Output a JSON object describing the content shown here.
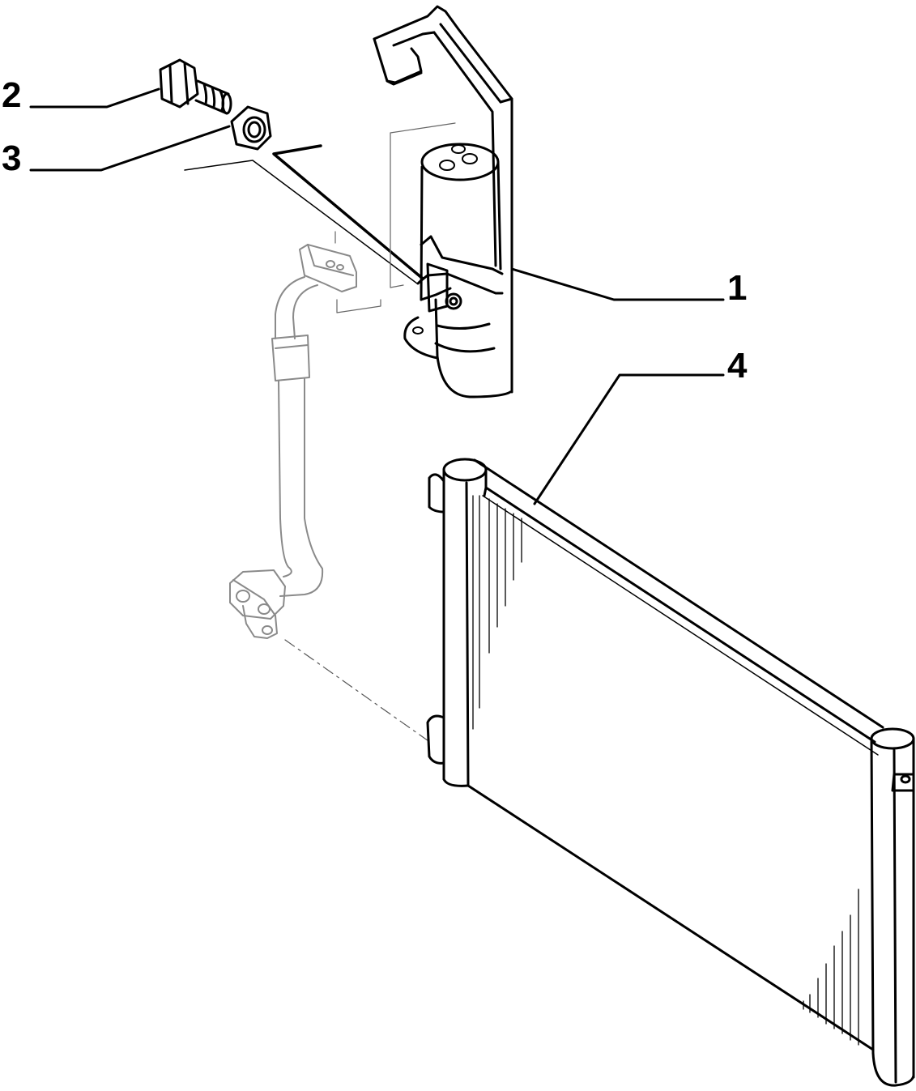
{
  "diagram": {
    "callouts": [
      {
        "id": "1",
        "text": "1",
        "part": "receiver-drier"
      },
      {
        "id": "2",
        "text": "2",
        "part": "bolt"
      },
      {
        "id": "3",
        "text": "3",
        "part": "washer"
      },
      {
        "id": "4",
        "text": "4",
        "part": "condenser"
      }
    ],
    "colors": {
      "line": "#000000",
      "faint": "#8a8a8a",
      "background": "#ffffff"
    }
  }
}
